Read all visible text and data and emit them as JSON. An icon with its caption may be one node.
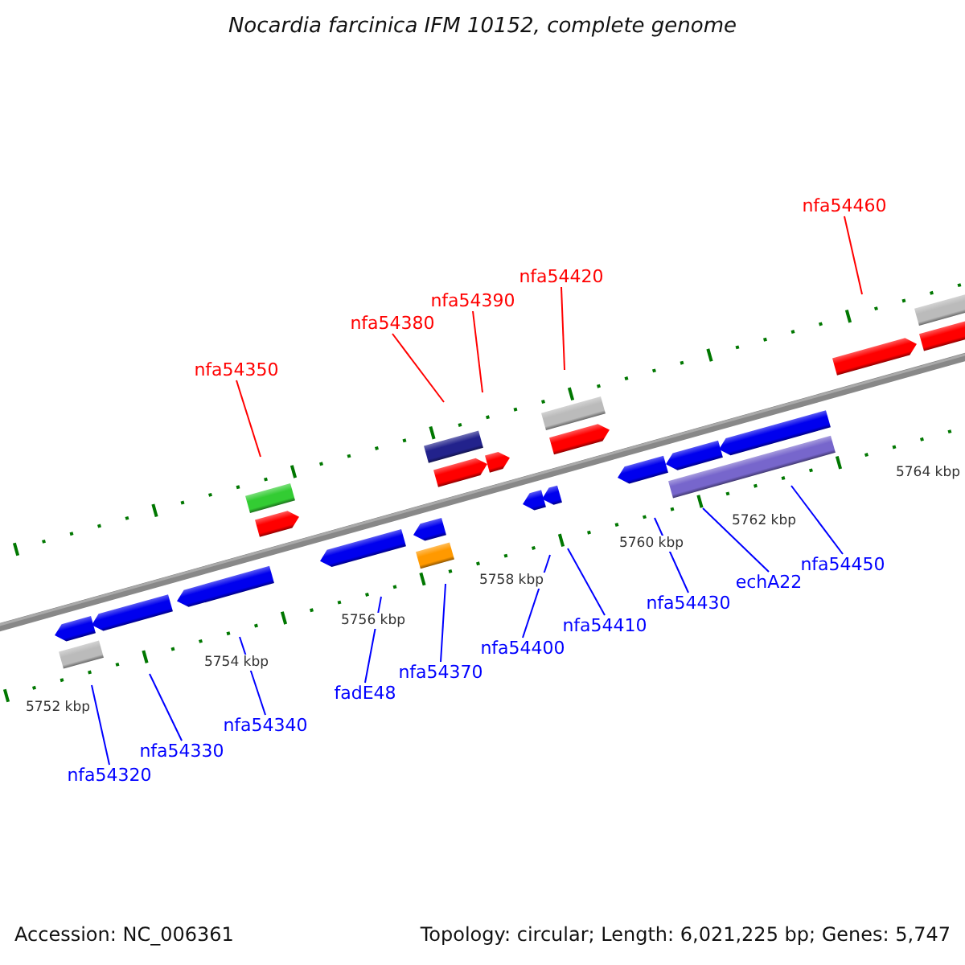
{
  "diagram": {
    "title": "Nocardia farcinica IFM 10152, complete genome",
    "nodes": [
      {
        "text": [
          "nfa54350"
        ]
      },
      {
        "text": [
          "nfa54380"
        ]
      },
      {
        "text": [
          "nfa54390"
        ]
      },
      {
        "text": [
          "nfa54420"
        ]
      },
      {
        "text": [
          "nfa54460"
        ]
      },
      {
        "text": [
          "nfa54320"
        ]
      },
      {
        "text": [
          "nfa54330"
        ]
      },
      {
        "text": [
          "nfa54340"
        ]
      },
      {
        "text": [
          "fadE48"
        ]
      },
      {
        "text": [
          "nfa54370"
        ]
      },
      {
        "text": [
          "nfa54400"
        ]
      },
      {
        "text": [
          "nfa54410"
        ]
      },
      {
        "text": [
          "nfa54430"
        ]
      },
      {
        "text": [
          "echA22"
        ]
      },
      {
        "text": [
          "nfa54450"
        ]
      }
    ],
    "edges": [
      {
        "from": 0,
        "to": null,
        "arrow": "none",
        "color": "#ff0000"
      },
      {
        "from": 1,
        "to": null,
        "arrow": "none",
        "color": "#ff0000"
      },
      {
        "from": 2,
        "to": null,
        "arrow": "none",
        "color": "#ff0000"
      },
      {
        "from": 3,
        "to": null,
        "arrow": "none",
        "color": "#ff0000"
      },
      {
        "from": 4,
        "to": null,
        "arrow": "none",
        "color": "#ff0000"
      },
      {
        "from": 5,
        "to": null,
        "arrow": "none"
      },
      {
        "from": 6,
        "to": null,
        "arrow": "none"
      },
      {
        "from": 7,
        "to": null,
        "arrow": "none"
      },
      {
        "from": 8,
        "to": null,
        "arrow": "none"
      },
      {
        "from": 9,
        "to": null,
        "arrow": "none"
      },
      {
        "from": 10,
        "to": null,
        "arrow": "none"
      },
      {
        "from": 11,
        "to": null,
        "arrow": "none"
      },
      {
        "from": 12,
        "to": null,
        "arrow": "none"
      },
      {
        "from": 13,
        "to": null,
        "arrow": "none"
      },
      {
        "from": 14,
        "to": null,
        "arrow": "none"
      }
    ],
    "labels": [
      "5752 kbp",
      "5754 kbp",
      "5756 kbp",
      "5758 kbp",
      "5760 kbp",
      "5762 kbp",
      "5764 kbp",
      "Accession: NC_006361",
      "Topology: circular; Length: 6,021,225 bp; Genes: 5,747"
    ]
  }
}
